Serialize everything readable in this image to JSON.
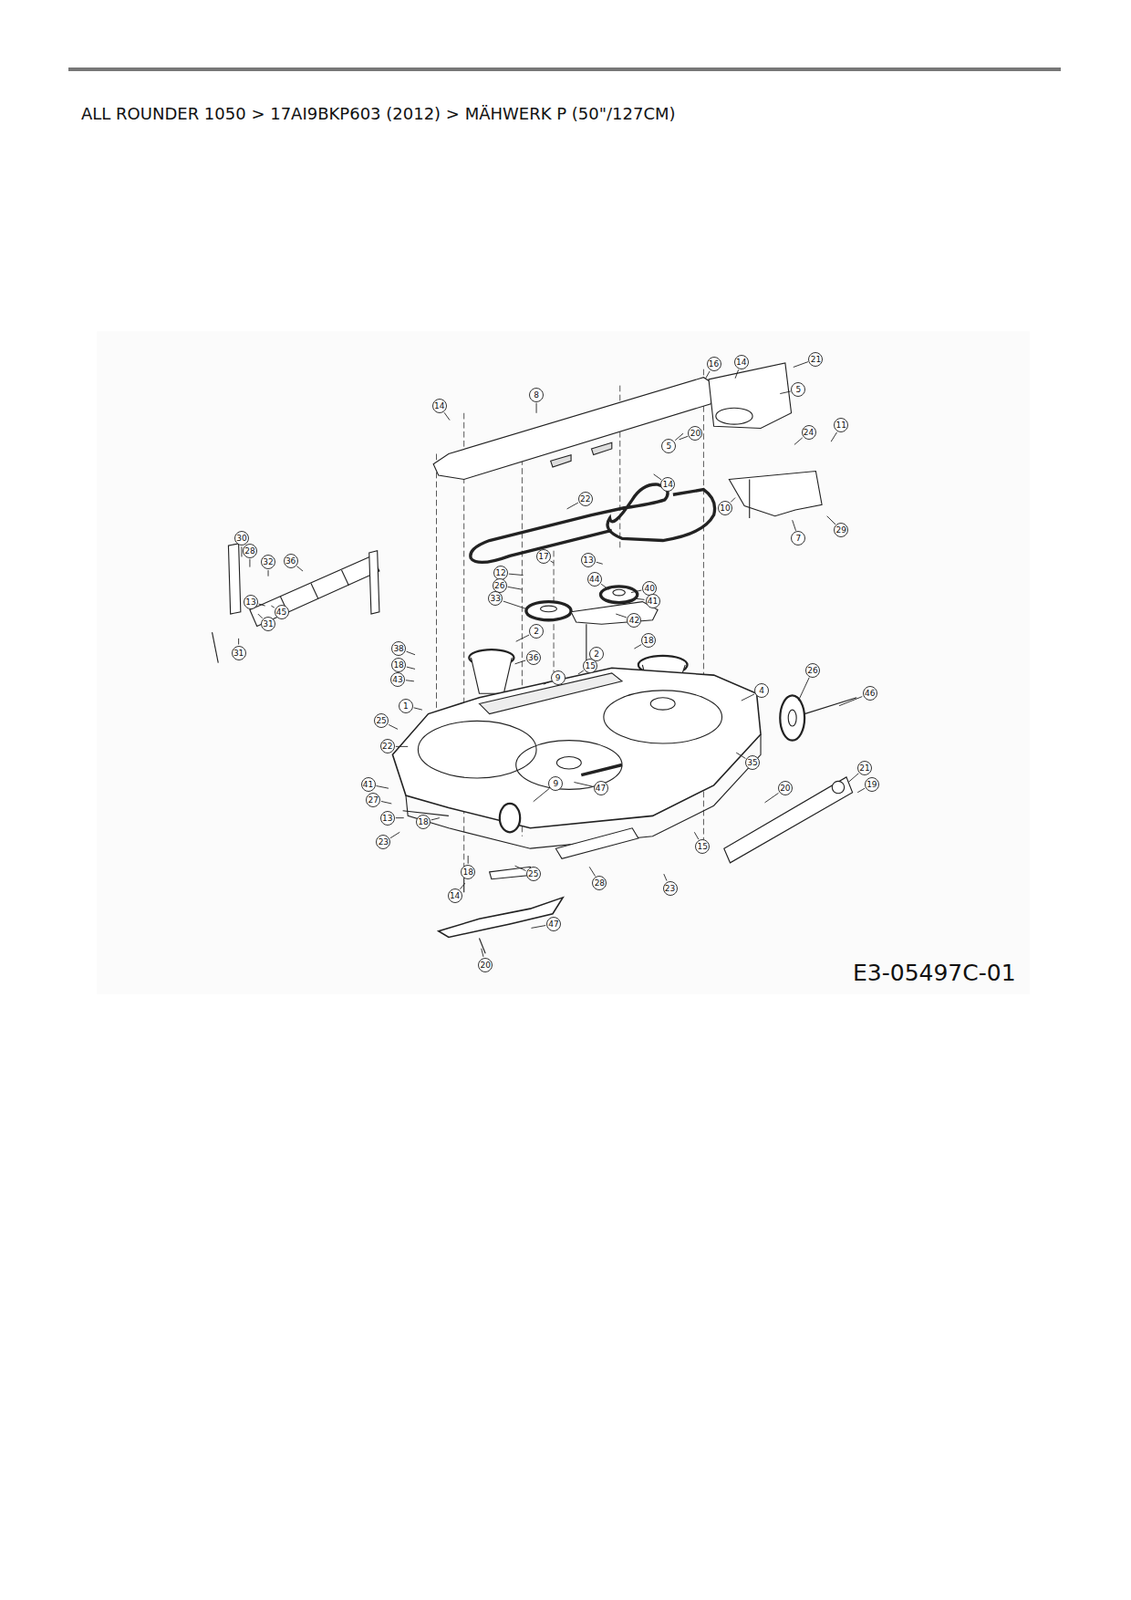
{
  "diagram": {
    "title": "ALL ROUNDER 1050  >  17AI9BKP603 (2012)  >  MÄHWERK P (50\"/127CM)",
    "caption": "E3-05497C-01",
    "labels": [
      "14",
      "8",
      "16",
      "14",
      "21",
      "5",
      "11",
      "24",
      "20",
      "5",
      "14",
      "22",
      "10",
      "29",
      "7",
      "30",
      "28",
      "32",
      "36",
      "17",
      "13",
      "12",
      "26",
      "44",
      "40",
      "33",
      "41",
      "42",
      "2",
      "18",
      "38",
      "18",
      "43",
      "36",
      "2",
      "15",
      "9",
      "26",
      "46",
      "4",
      "1",
      "25",
      "22",
      "35",
      "41",
      "27",
      "13",
      "23",
      "18",
      "9",
      "47",
      "21",
      "19",
      "20",
      "15",
      "18",
      "14",
      "25",
      "28",
      "23",
      "47",
      "20",
      "13",
      "45",
      "31",
      "31"
    ]
  }
}
